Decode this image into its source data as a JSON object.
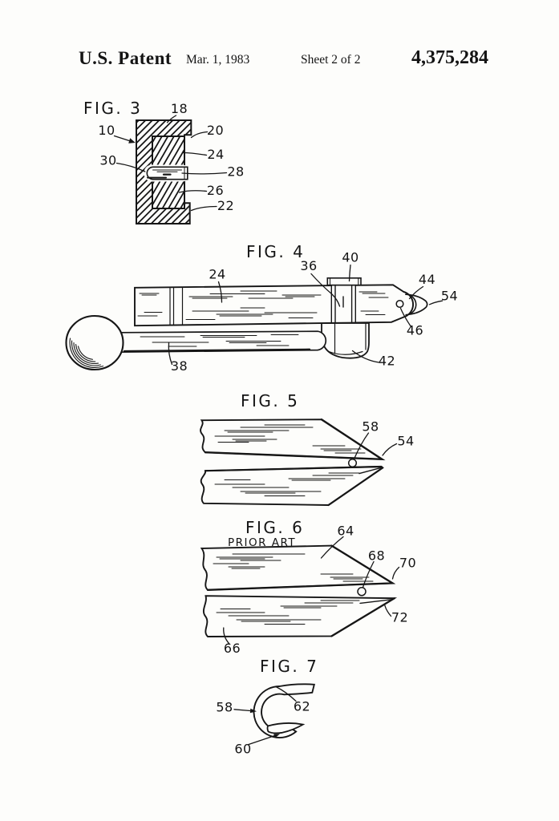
{
  "header": {
    "title": "U.S. Patent",
    "date": "Mar. 1, 1983",
    "sheet": "Sheet 2 of 2",
    "patent_number": "4,375,284"
  },
  "figures": {
    "fig3": {
      "title": "FIG. 3",
      "labels": {
        "l18": "18",
        "l10": "10",
        "l20": "20",
        "l24": "24",
        "l30": "30",
        "l28": "28",
        "l26": "26",
        "l22": "22"
      }
    },
    "fig4": {
      "title": "FIG. 4",
      "labels": {
        "l24": "24",
        "l36": "36",
        "l40": "40",
        "l44": "44",
        "l54": "54",
        "l46": "46",
        "l38": "38",
        "l42": "42"
      }
    },
    "fig5": {
      "title": "FIG. 5",
      "labels": {
        "l58": "58",
        "l54": "54"
      }
    },
    "fig6": {
      "title": "FIG. 6",
      "subtitle": "PRIOR ART",
      "labels": {
        "l64": "64",
        "l68": "68",
        "l70": "70",
        "l72": "72",
        "l66": "66"
      }
    },
    "fig7": {
      "title": "FIG. 7",
      "labels": {
        "l58": "58",
        "l62": "62",
        "l60": "60"
      }
    }
  }
}
